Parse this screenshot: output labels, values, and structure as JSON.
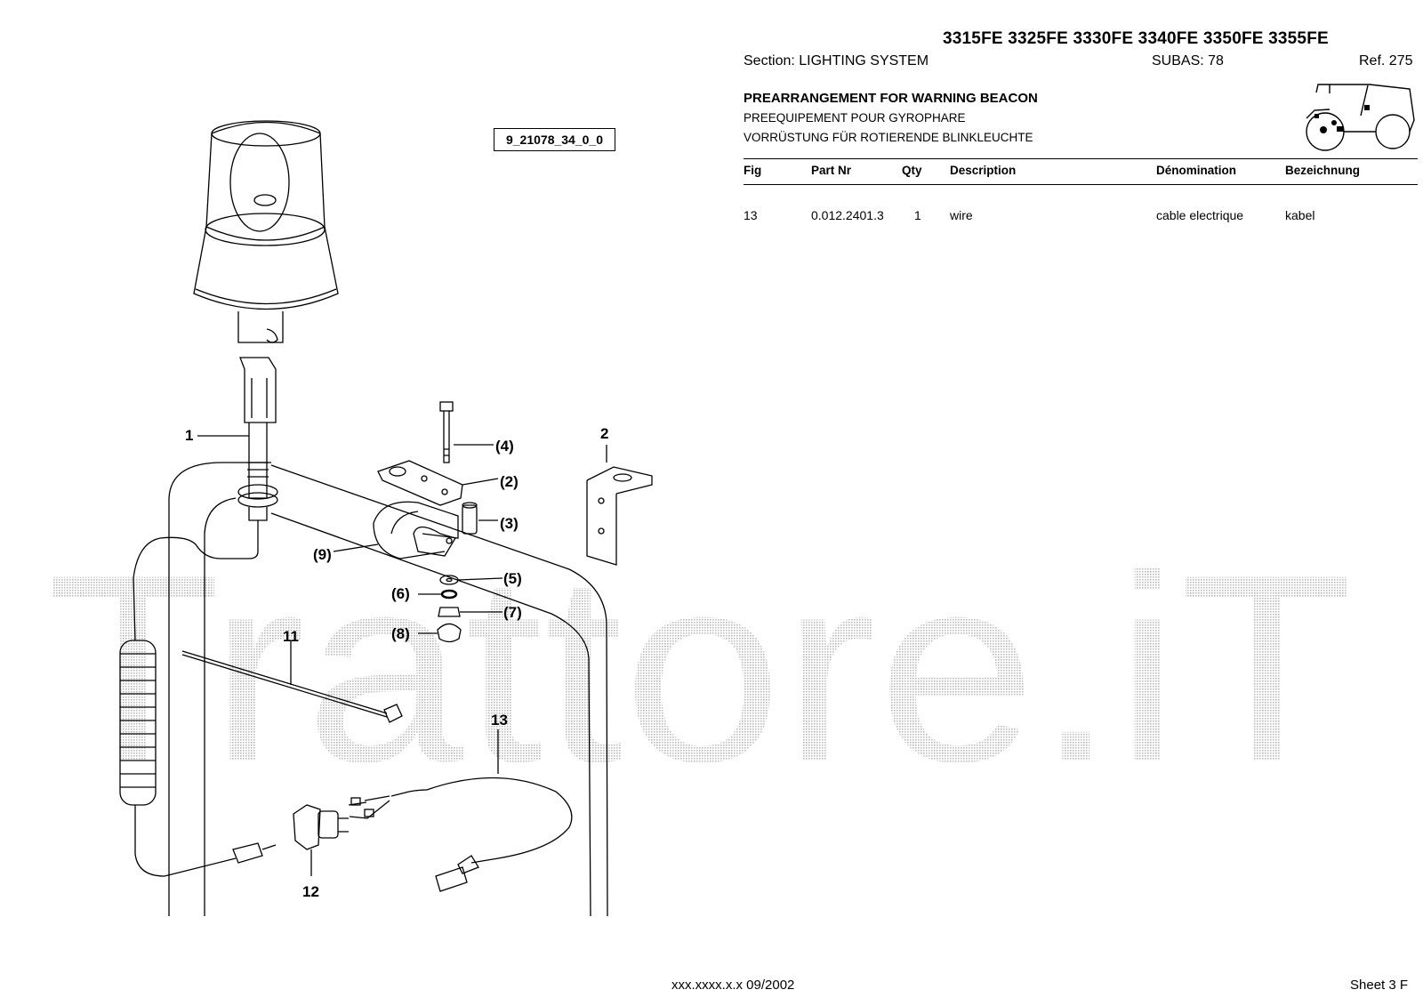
{
  "header": {
    "models": "3315FE 3325FE 3330FE 3340FE 3350FE 3355FE",
    "section": "Section: LIGHTING  SYSTEM",
    "subas": "SUBAS: 78",
    "ref": "Ref. 275",
    "title_en": "PREARRANGEMENT FOR WARNING BEACON",
    "title_fr": "PREEQUIPEMENT POUR GYROPHARE",
    "title_de": "VORRÜSTUNG FÜR ROTIERENDE BLINKLEUCHTE"
  },
  "table": {
    "headers": {
      "fig": "Fig",
      "part": "Part Nr",
      "qty": "Qty",
      "desc": "Description",
      "denom": "Dénomination",
      "bez": "Bezeichnung"
    },
    "rows": [
      {
        "fig": "13",
        "part": "0.012.2401.3",
        "qty": "1",
        "desc": "wire",
        "denom": "cable electrique",
        "bez": "kabel"
      }
    ]
  },
  "diagram": {
    "id": "9_21078_34_0_0",
    "callouts": {
      "c1": "1",
      "c2": "2",
      "c2b": "(2)",
      "c3": "(3)",
      "c4": "(4)",
      "c5": "(5)",
      "c6": "(6)",
      "c7": "(7)",
      "c8": "(8)",
      "c9": "(9)",
      "c11": "11",
      "c12": "12",
      "c13": "13"
    },
    "watermark": "Trattore.iT"
  },
  "footer": {
    "code": "xxx.xxxx.x.x  09/2002",
    "sheet": "Sheet 3 F"
  }
}
